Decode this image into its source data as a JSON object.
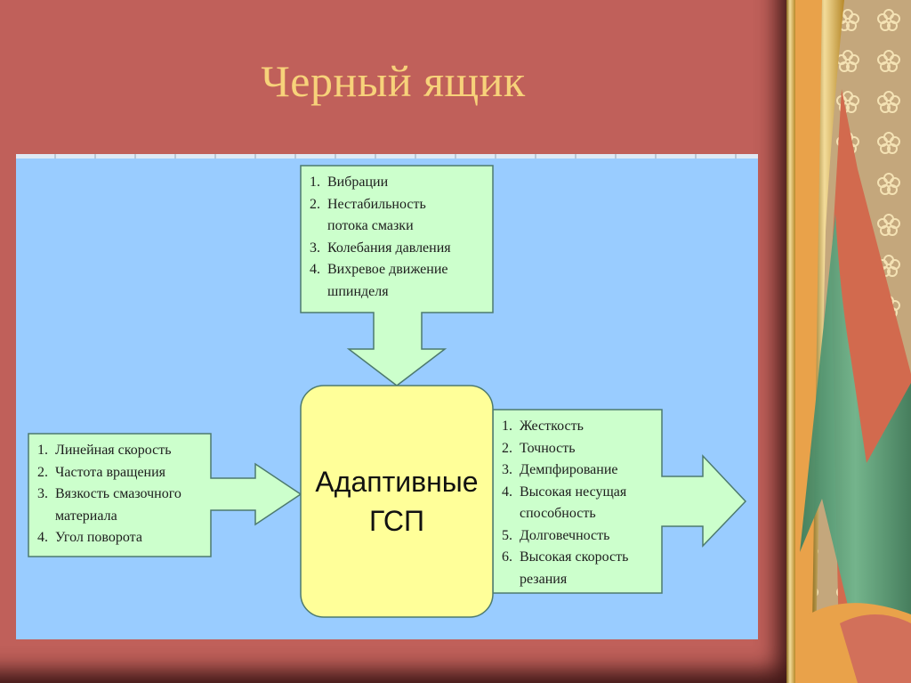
{
  "slide": {
    "title": "Черный ящик",
    "colors": {
      "background": "#c0605a",
      "title": "#f7d27a",
      "diagram_bg": "#99ccff",
      "callout_fill": "#ccffcc",
      "center_fill": "#ffff99",
      "outline": "#4d7a6e"
    }
  },
  "diagram": {
    "center": {
      "line1": "Адаптивные",
      "line2": "ГСП"
    },
    "top_input": {
      "items": [
        "Вибрации",
        "Нестабильность потока смазки",
        "Колебания давления",
        "Вихревое движение шпинделя"
      ]
    },
    "left_input": {
      "items": [
        "Линейная скорость",
        "Частота вращения",
        "Вязкость смазочного материала",
        "Угол поворота"
      ]
    },
    "right_output": {
      "items": [
        "Жесткость",
        "Точность",
        "Демпфирование",
        "Высокая несущая способность",
        "Долговечность",
        "Высокая скорость резания"
      ]
    }
  }
}
